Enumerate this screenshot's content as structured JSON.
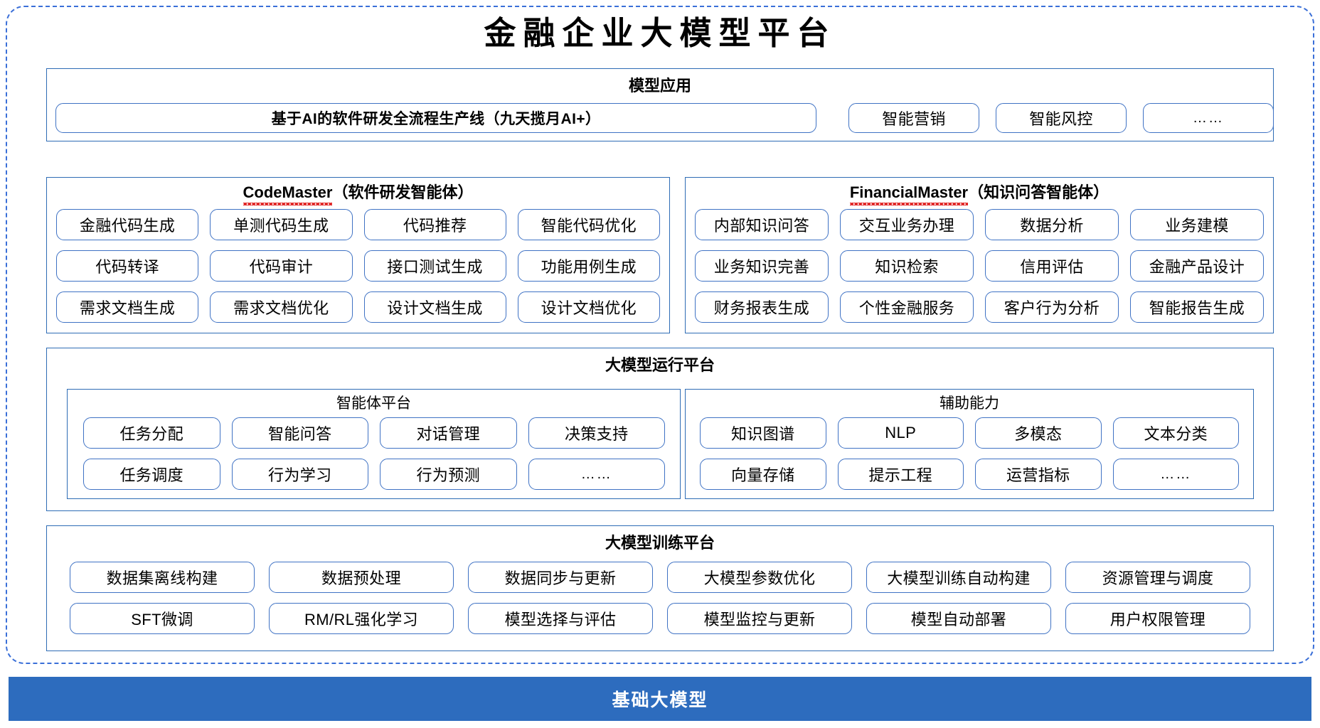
{
  "diagram": {
    "title": "金融企业大模型平台",
    "base_model_band": "基础大模型"
  },
  "model_application": {
    "title": "模型应用",
    "primary_item": "基于AI的软件研发全流程生产线（九天揽月AI+）",
    "items": [
      "智能营销",
      "智能风控",
      "……"
    ]
  },
  "code_master": {
    "title_brand": "CodeMaster",
    "title_suffix": "（软件研发智能体）",
    "items": [
      "金融代码生成",
      "单测代码生成",
      "代码推荐",
      "智能代码优化",
      "代码转译",
      "代码审计",
      "接口测试生成",
      "功能用例生成",
      "需求文档生成",
      "需求文档优化",
      "设计文档生成",
      "设计文档优化"
    ]
  },
  "financial_master": {
    "title_brand": "FinancialMaster",
    "title_suffix": "（知识问答智能体）",
    "items": [
      "内部知识问答",
      "交互业务办理",
      "数据分析",
      "业务建模",
      "业务知识完善",
      "知识检索",
      "信用评估",
      "金融产品设计",
      "财务报表生成",
      "个性金融服务",
      "客户行为分析",
      "智能报告生成"
    ]
  },
  "runtime_platform": {
    "title": "大模型运行平台",
    "agent_platform": {
      "title": "智能体平台",
      "items": [
        "任务分配",
        "智能问答",
        "对话管理",
        "决策支持",
        "任务调度",
        "行为学习",
        "行为预测",
        "……"
      ]
    },
    "auxiliary": {
      "title": "辅助能力",
      "items": [
        "知识图谱",
        "NLP",
        "多模态",
        "文本分类",
        "向量存储",
        "提示工程",
        "运营指标",
        "……"
      ]
    }
  },
  "training_platform": {
    "title": "大模型训练平台",
    "items": [
      "数据集离线构建",
      "数据预处理",
      "数据同步与更新",
      "大模型参数优化",
      "大模型训练自动构建",
      "资源管理与调度",
      "SFT微调",
      "RM/RL强化学习",
      "模型选择与评估",
      "模型监控与更新",
      "模型自动部署",
      "用户权限管理"
    ]
  },
  "colors": {
    "frame_blue": "#3a6fd8",
    "panel_blue": "#2e6cb5",
    "chip_blue": "#3f72c4",
    "band_blue": "#2d6cbe",
    "spell_red": "#e02020"
  }
}
